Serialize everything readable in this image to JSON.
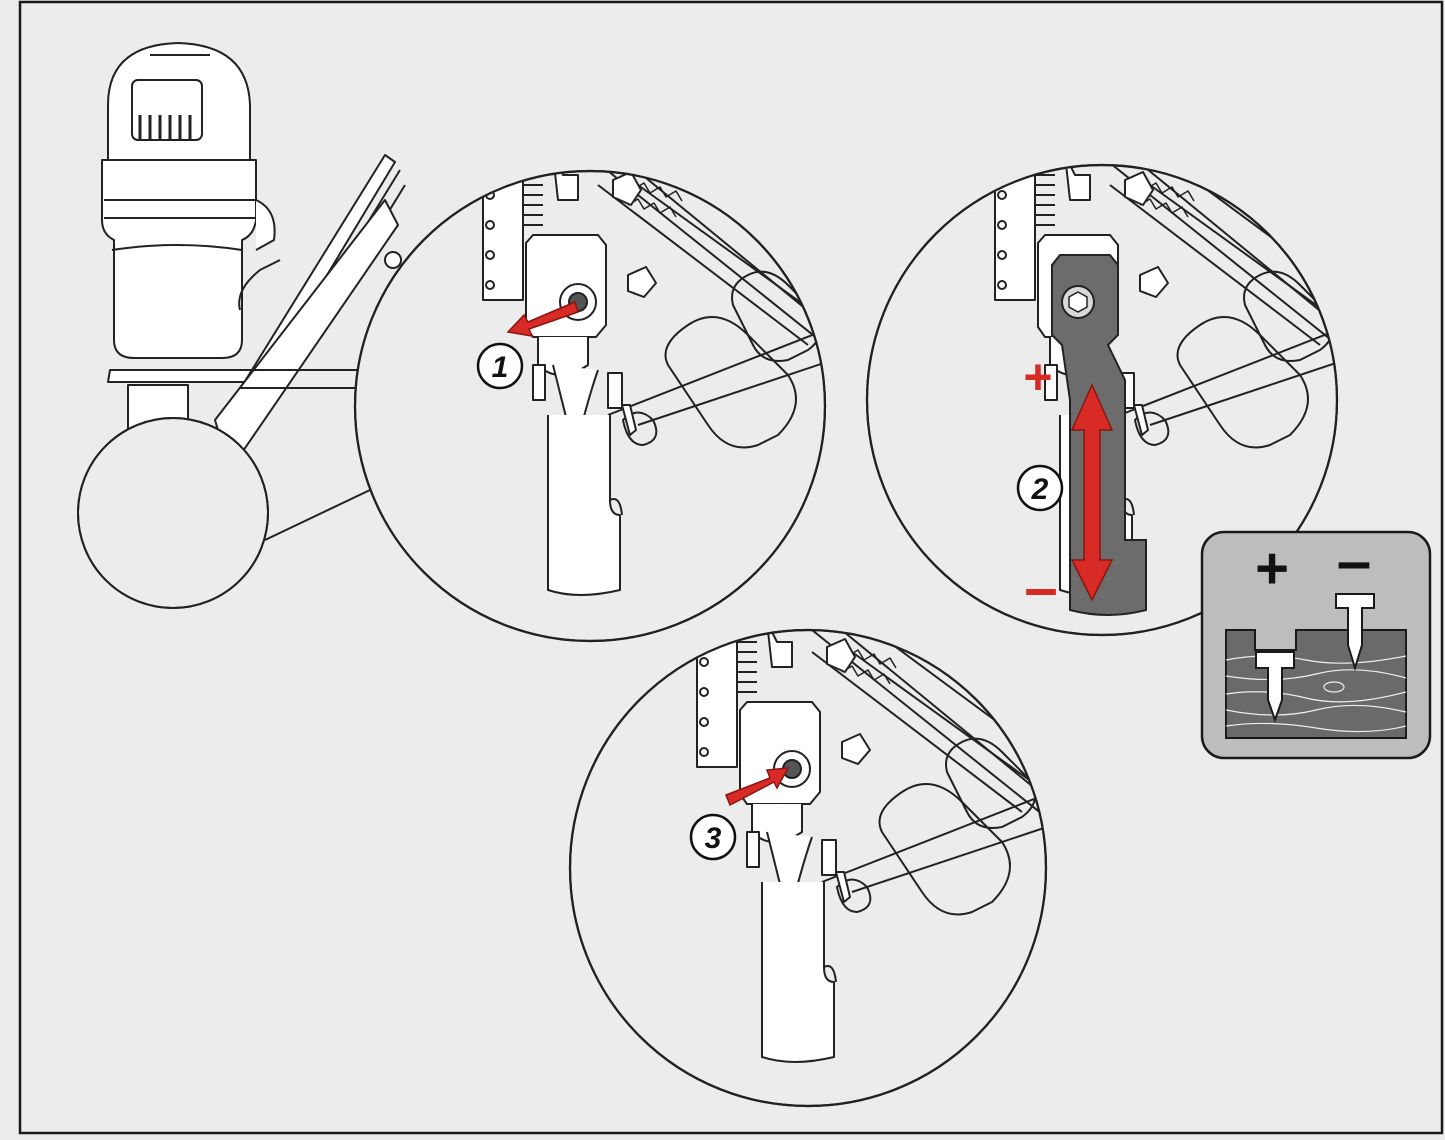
{
  "steps": [
    {
      "number": "1",
      "action": "loosen"
    },
    {
      "number": "2",
      "action": "adjust"
    },
    {
      "number": "3",
      "action": "tighten"
    }
  ],
  "depth_symbols": {
    "plus": "+",
    "minus": "–"
  },
  "legend": {
    "plus": "+",
    "minus": "–"
  },
  "colors": {
    "background": "#ececec",
    "frame": "#1a1a1a",
    "arrow_red": "#d92b25",
    "highlight_gray": "#6c6c6c",
    "legend_box": "#bdbdbd",
    "wood": "#6a6a6a",
    "line_art": "#222222"
  },
  "icons": [
    "nailer-tool-icon",
    "screw-loosen-arrow-icon",
    "depth-adjust-arrow-icon",
    "screw-tighten-arrow-icon",
    "nail-depth-legend-icon"
  ]
}
